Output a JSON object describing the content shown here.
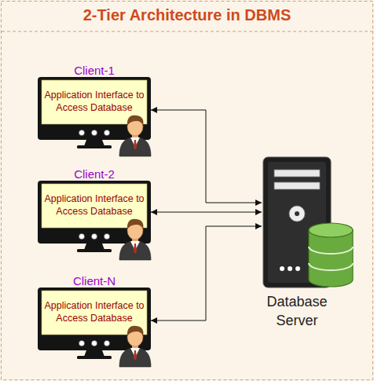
{
  "diagram": {
    "title": "2-Tier Architecture in DBMS",
    "nodes": [
      {
        "text": [
          "Client-1",
          "Application Interface to Access Database"
        ]
      },
      {
        "text": [
          "Client-2",
          "Application Interface to Access Database"
        ]
      },
      {
        "text": [
          "Client-N",
          "Application Interface to Access Database"
        ]
      },
      {
        "text": [
          "Database Server"
        ]
      }
    ],
    "edges": [
      {
        "from": 0,
        "to": 3,
        "arrow": "both"
      },
      {
        "from": 1,
        "to": 3,
        "arrow": "both"
      },
      {
        "from": 2,
        "to": 3,
        "arrow": "both"
      }
    ]
  }
}
